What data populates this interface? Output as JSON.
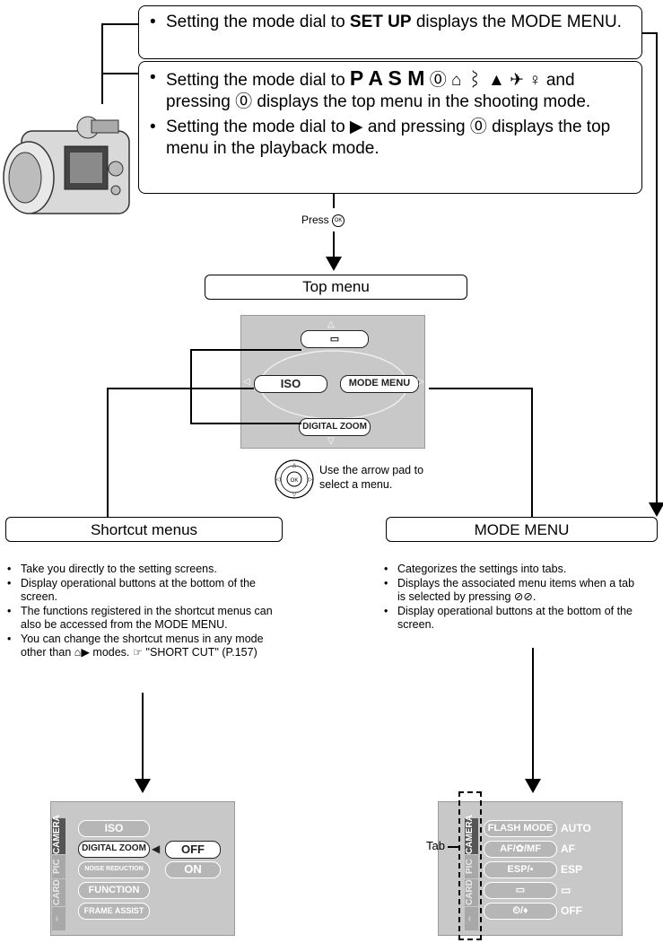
{
  "box1": {
    "bullets": [
      {
        "before": "Setting the mode dial to ",
        "strong": "SET UP",
        "after": " displays the MODE MENU."
      }
    ]
  },
  "box2": {
    "bullets": [
      {
        "before": "Setting the mode dial to ",
        "strong": "P A S M",
        "icons": "⓪ ⌂ ⌇ ▲ ✈ ♀",
        "after": " and pressing ⓪ displays the top menu in the shooting mode."
      },
      {
        "before": "Setting the mode dial to ",
        "strong": "",
        "icons": "▶",
        "after": " and pressing ⓪ displays the top menu in the playback mode."
      }
    ]
  },
  "press": {
    "label": "Press",
    "icon": "ok-button-icon"
  },
  "top_menu": {
    "title": "Top menu",
    "items": {
      "up": "▭",
      "left": "ISO",
      "right": "MODE MENU",
      "down": "DIGITAL ZOOM"
    }
  },
  "arrow_pad": {
    "caption": "Use the arrow pad to select a menu."
  },
  "shortcut": {
    "title": "Shortcut menus",
    "bullets": [
      "Take you directly to the setting screens.",
      "Display operational buttons at the bottom of the screen.",
      "The functions registered in the shortcut menus can also be accessed from the MODE MENU.",
      "You can change the shortcut menus in any mode other than ⌂▶ modes. ☞ \"SHORT CUT\" (P.157)"
    ],
    "screen": {
      "tabs": [
        "CAMERA",
        "PIC",
        "CARD",
        "♀"
      ],
      "items": [
        "ISO",
        "DIGITAL ZOOM",
        "NOISE REDUCTION",
        "FUNCTION",
        "FRAME ASSIST"
      ],
      "options": [
        "OFF",
        "ON"
      ]
    }
  },
  "mode_menu": {
    "title": "MODE MENU",
    "bullets": [
      "Categorizes the settings into tabs.",
      "Displays the associated menu items when a tab is selected by pressing ⊘⊘.",
      "Display operational buttons at the bottom of the screen."
    ],
    "tab_label": "Tab",
    "screen": {
      "tabs": [
        "CAMERA",
        "PIC",
        "CARD",
        "♀"
      ],
      "rows": [
        {
          "item": "FLASH MODE",
          "value": "AUTO"
        },
        {
          "item": "AF/✿/MF",
          "value": "AF"
        },
        {
          "item": "ESP/▪",
          "value": "ESP"
        },
        {
          "item": "▭",
          "value": "▭"
        },
        {
          "item": "⏲/♦",
          "value": "OFF"
        }
      ]
    }
  }
}
